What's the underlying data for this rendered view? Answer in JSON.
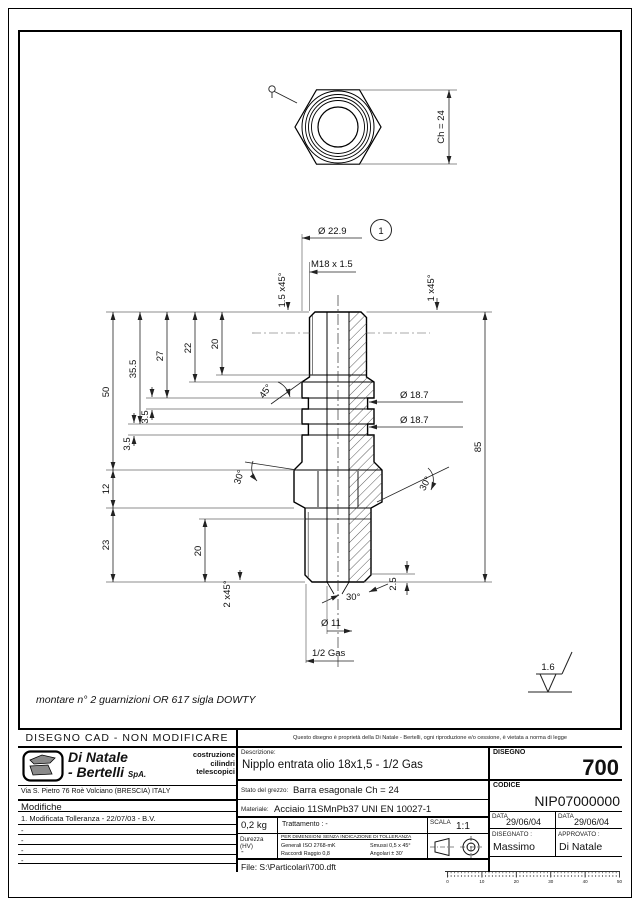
{
  "drawing": {
    "note": "montare n° 2 guarnizioni OR 617 sigla DOWTY",
    "balloon": "1",
    "finish": "1.6",
    "dims": {
      "ch": "Ch = 24",
      "dia229": "Ø 22.9",
      "thread_top": "M18 x 1.5",
      "cham15": "1.5 x45°",
      "cham1": "1 x45°",
      "len50": "50",
      "len355": "35.5",
      "len27": "27",
      "len22": "22",
      "len20a": "20",
      "g35a": "3.5",
      "g35b": "3.5",
      "hex12": "12",
      "len23": "23",
      "len20b": "20",
      "cham2": "2 x45°",
      "dia187a": "Ø 18.7",
      "dia187b": "Ø 18.7",
      "len85": "85",
      "len25": "2.5",
      "ang45": "45°",
      "ang30l": "30°",
      "ang30r": "30°",
      "ang30b": "30°",
      "dia11": "Ø 11",
      "thread_bottom": "1/2 Gas"
    }
  },
  "titleblock": {
    "cad_notice": "DISEGNO CAD  - NON MODIFICARE",
    "property_notice": "Questo disegno è proprietà della Di Natale  -  Bertelli, ogni riproduzione e/o cessione, è vietata a norma di legge",
    "company": {
      "name1": "Di Natale",
      "name2": "- Bertelli",
      "spa": "SpA.",
      "tag1": "costruzione",
      "tag2": "cilindri",
      "tag3": "telescopici",
      "address": "Via S. Pietro 76    Roè Volciano   (BRESCIA)    ITALY"
    },
    "modifiche_header": "Modifiche",
    "modifiche_rows": [
      "1. Modificata Tolleranza - 22/07/03 - B.V.",
      "-",
      "-",
      "-",
      "-"
    ],
    "descrizione_label": "Descrizione:",
    "descrizione": "Nipplo entrata olio 18x1,5 - 1/2 Gas",
    "grezzo_label": "Stato del grezzo:",
    "grezzo": "Barra esagonale Ch = 24",
    "materiale_label": "Materiale:",
    "materiale": "Acciaio 11SMnPb37  UNI EN 10027-1",
    "peso": "0,2 kg",
    "trattamento": "Trattamento : -",
    "scala_label": "SCALA",
    "scala": "1:1",
    "durezza_label": "Durezza (HV)",
    "durezza_value": "-",
    "toll_title": "PER DIMENSIONI SENZA INDICAZIONE DI TOLLERANZA",
    "toll_l1": "Generali  ISO 2768-mK",
    "toll_l2": "Raccordi Raggio 0,8",
    "toll_r1": "Smussi 0,5 x 45°",
    "toll_r2": "Angolari ± 30'",
    "file": "File: S:\\Particolari\\700.dft",
    "disegno_label": "DISEGNO",
    "disegno": "700",
    "codice_label": "CODICE",
    "codice": "NIP07000000",
    "data_label1": "DATA",
    "data1": "29/06/04",
    "data_label2": "DATA",
    "data2": "29/06/04",
    "disegnato_label": "DISEGNATO :",
    "disegnato": "Massimo",
    "approvato_label": "APPROVATO :",
    "approvato": "Di Natale"
  },
  "ruler": {
    "labels": [
      "0",
      "10",
      "20",
      "30",
      "40",
      "50"
    ]
  }
}
